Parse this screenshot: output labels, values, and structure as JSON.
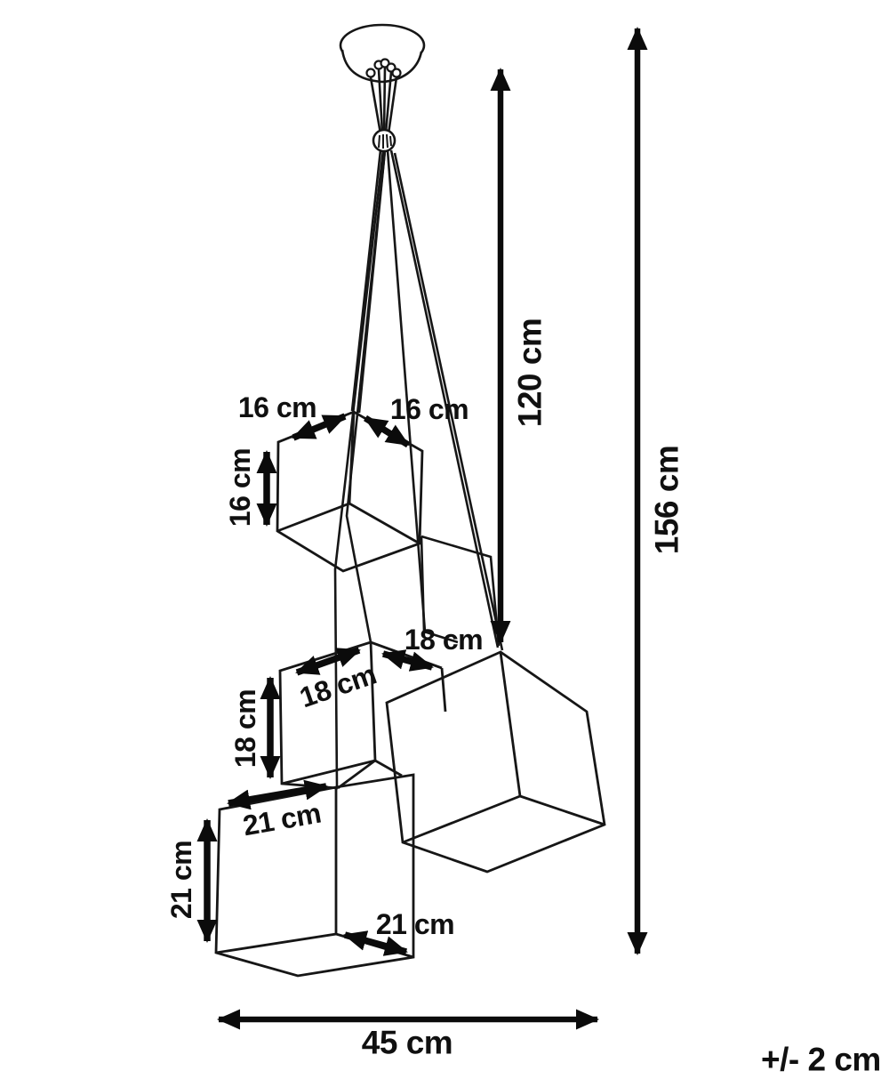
{
  "colors": {
    "background": "#ffffff",
    "line": "#161616",
    "arrow": "#0b0b0b",
    "label": "#101010"
  },
  "diagram": {
    "kind": "product-dimension-diagram",
    "subject": "pendant cluster lamp with five cube shades"
  },
  "labels": {
    "size16_top_left": "16 cm",
    "size16_top_right": "16 cm",
    "size16_height": "16 cm",
    "size18_top_left": "18 cm",
    "size18_top_right": "18 cm",
    "size18_height": "18 cm",
    "size21_top": "21 cm",
    "size21_height": "21 cm",
    "size21_bottom": "21 cm",
    "cord_length": "120 cm",
    "total_height": "156 cm",
    "total_width": "45 cm",
    "tolerance": "+/- 2 cm"
  },
  "values": {
    "small_cube_cm": 16,
    "medium_cube_cm": 18,
    "large_cube_cm": 21,
    "cord_drop_cm": 120,
    "total_height_cm": 156,
    "cluster_width_cm": 45,
    "tolerance_cm": 2
  }
}
